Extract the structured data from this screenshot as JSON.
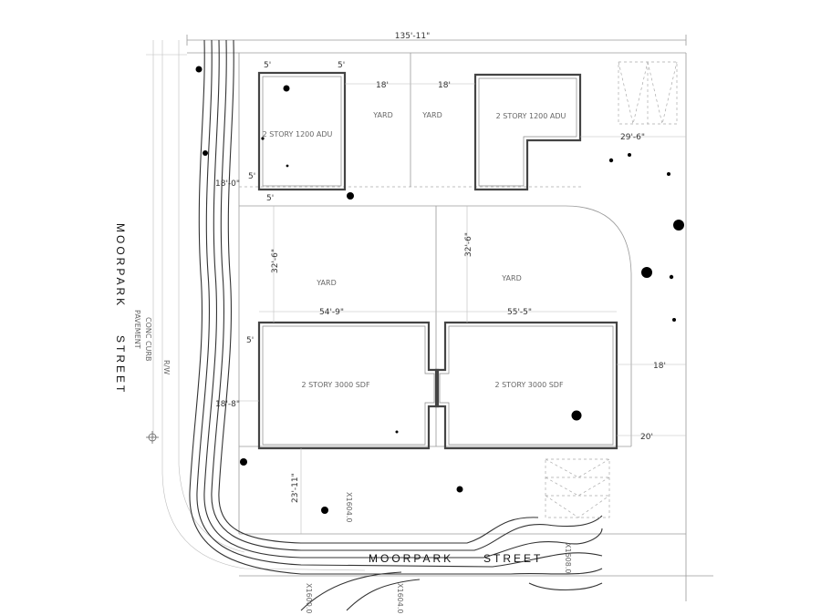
{
  "streets": {
    "west_1": "MOORPARK",
    "west_2": "STREET",
    "south_1": "MOORPARK",
    "south_2": "STREET"
  },
  "dimensions": {
    "top_overall": "135'-11\"",
    "adu_left_top": "5'",
    "adu_right_top": "5'",
    "gap_left": "18'",
    "gap_right": "18'",
    "adu_right_side": "29'-6\"",
    "adu_left_bottom": "5'",
    "adu_left_left": "18'-0\"",
    "yard_top_setback": "5'",
    "yard_left_depth": "32'-6\"",
    "yard_right_depth": "32'-6\"",
    "main_left_width": "54'-9\"",
    "main_right_width": "55'-5\"",
    "main_left_side": "5'",
    "main_left_mid": "18'-8\"",
    "main_right_side": "18'",
    "main_right_bottom": "20'",
    "front_setback": "23'-11\""
  },
  "labels": {
    "adu_left": "2 STORY 1200 ADU",
    "adu_right": "2 STORY 1200 ADU",
    "yard_1": "YARD",
    "yard_2": "YARD",
    "yard_big_left": "YARD",
    "yard_big_right": "YARD",
    "main_left": "2 STORY 3000 SDF",
    "main_right": "2 STORY 3000 SDF",
    "conc_curb": "CONC CURB",
    "pavement": "PAVEMENT",
    "rw": "R/W",
    "elev_1": "X1604.0",
    "elev_2": "X1608.0",
    "elev_3": "X1604.0",
    "elev_4": "X1600.0"
  }
}
